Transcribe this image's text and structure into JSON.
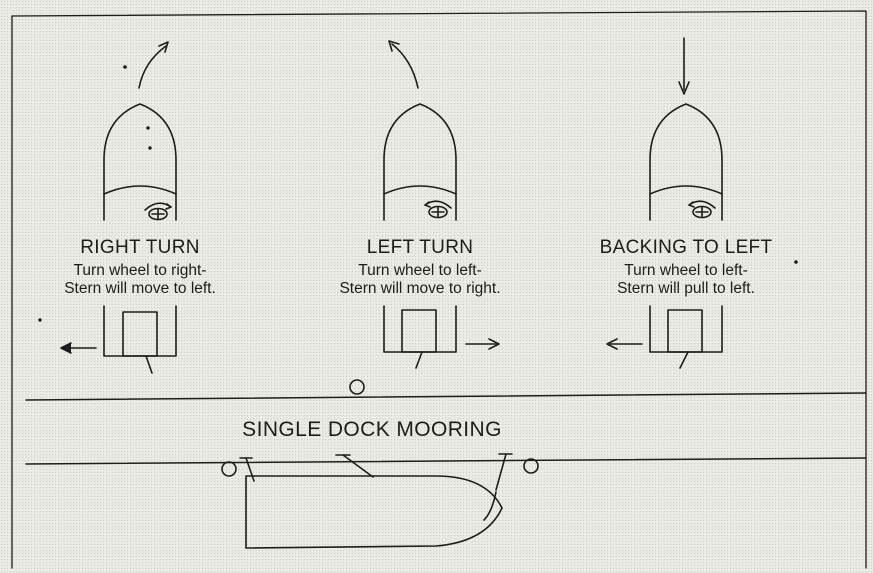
{
  "panels": [
    {
      "title": "RIGHT TURN",
      "line1": "Turn wheel to right-",
      "line2": "Stern will move to left."
    },
    {
      "title": "LEFT TURN",
      "line1": "Turn wheel to left-",
      "line2": "Stern will move to right."
    },
    {
      "title": "BACKING TO LEFT",
      "line1": "Turn wheel to left-",
      "line2": "Stern will pull to left."
    }
  ],
  "dock": {
    "title": "SINGLE DOCK MOORING"
  },
  "colors": {
    "ink": "#1d1d1b",
    "paper": "#ececE6"
  }
}
